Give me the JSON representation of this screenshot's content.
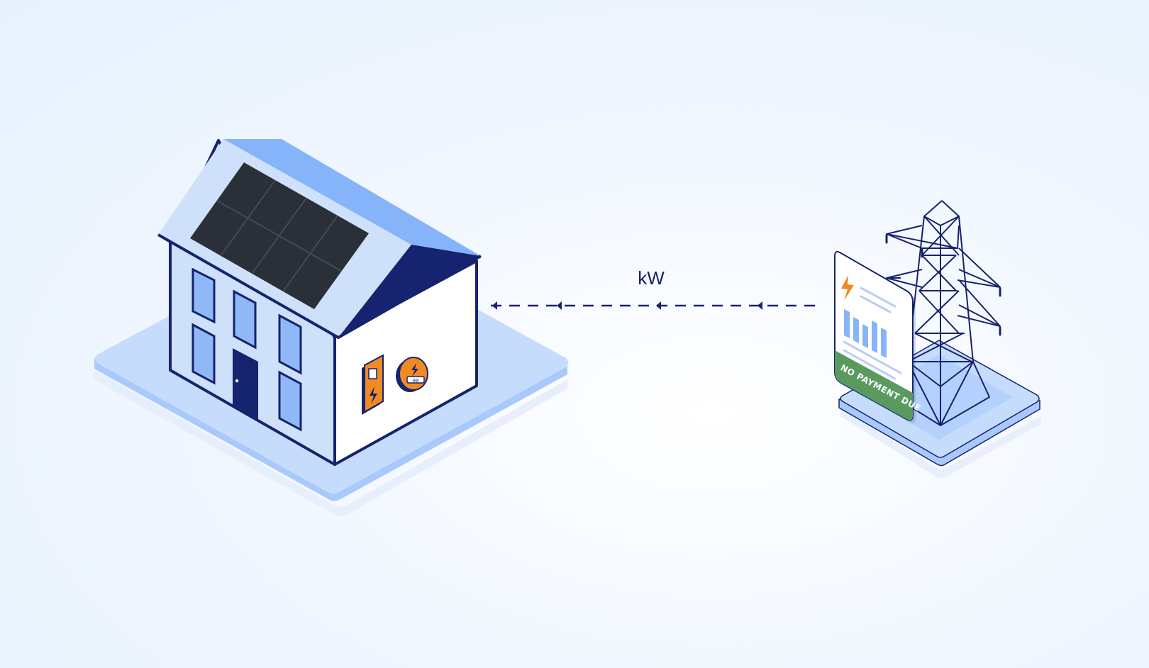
{
  "flow": {
    "label": "kW",
    "direction": "grid-to-house"
  },
  "bill": {
    "status_text": "NO PAYMENT DUE"
  },
  "battery": {
    "display_text": "00"
  },
  "colors": {
    "navy": "#16236e",
    "roof_blue": "#86b4fb",
    "wall_light": "#cfe0fb",
    "window_blue": "#8fb9f6",
    "platform": "#c6dcfd",
    "solar_panel": "#2b2f37",
    "accent_orange": "#f08a24",
    "bill_green": "#5a9a5f"
  }
}
